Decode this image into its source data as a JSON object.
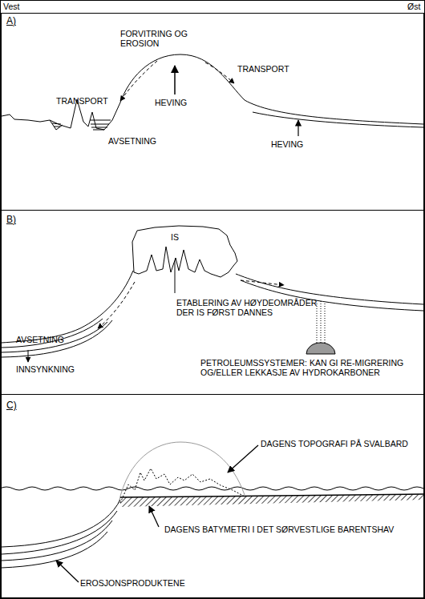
{
  "diagram": {
    "nodes": [
      {
        "text": [
          "A)",
          "FORVITRING OG EROSION",
          "TRANSPORT",
          "HEVING",
          "TRANSPORT",
          "AVSETNING",
          "HEVING"
        ]
      },
      {
        "text": [
          "B)",
          "ETABLERING AV HØYDEOMRÅDER DER IS FØRST DANNES",
          "AVSETNING",
          "INNSYNKNING",
          "PETROLEUMSSYSTEMER: KAN GI RE-MIGRERING OG/ELLER LEKKASJE AV HYDROKARBONER"
        ]
      },
      {
        "text": [
          "IS"
        ],
        "in": 1
      },
      {
        "text": [
          "C)",
          "DAGENS TOPOGRAFI PÅ SVALBARD",
          "DAGENS BATYMETRI I DET SØRVESTLIGE BARENTSHAV",
          "EROSJONSPRODUKTENE"
        ]
      }
    ],
    "labels": [
      "Vest",
      "Øst"
    ]
  }
}
